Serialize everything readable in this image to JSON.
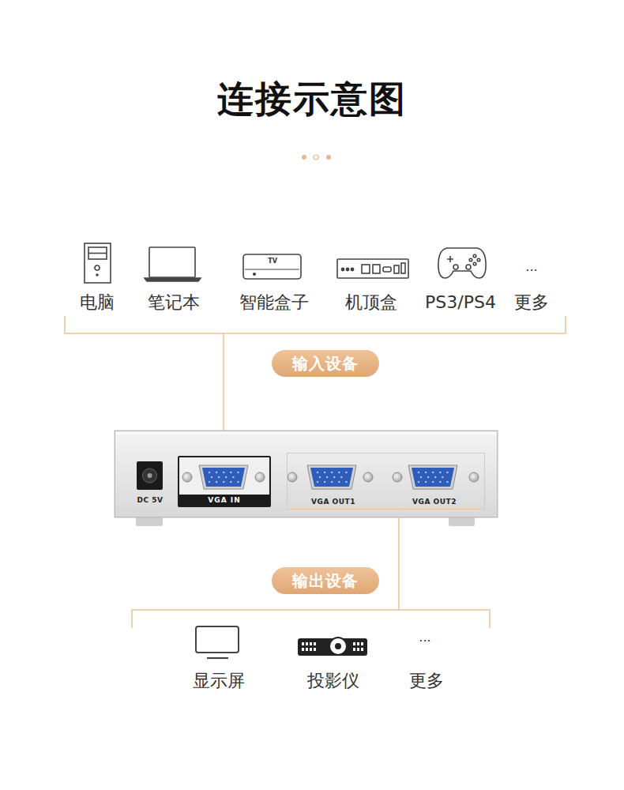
{
  "diagram": {
    "title": "连接示意图",
    "nodes": [
      {
        "text": [
          "输入设备"
        ]
      },
      {
        "text": [
          "DC 5V"
        ]
      },
      {
        "text": [
          "VGA IN"
        ],
        "in": 1
      },
      {
        "text": [
          "VGA OUT1",
          "VGA OUT2"
        ],
        "in": 1
      },
      {
        "text": [
          "输出设备"
        ]
      }
    ],
    "labels": [
      "电脑",
      "笔记本",
      "TV",
      "智能盒子",
      "机顶盒",
      "PS3/PS4",
      "...",
      "更多",
      "显示屏",
      "投影仪",
      "...",
      "更多"
    ]
  }
}
